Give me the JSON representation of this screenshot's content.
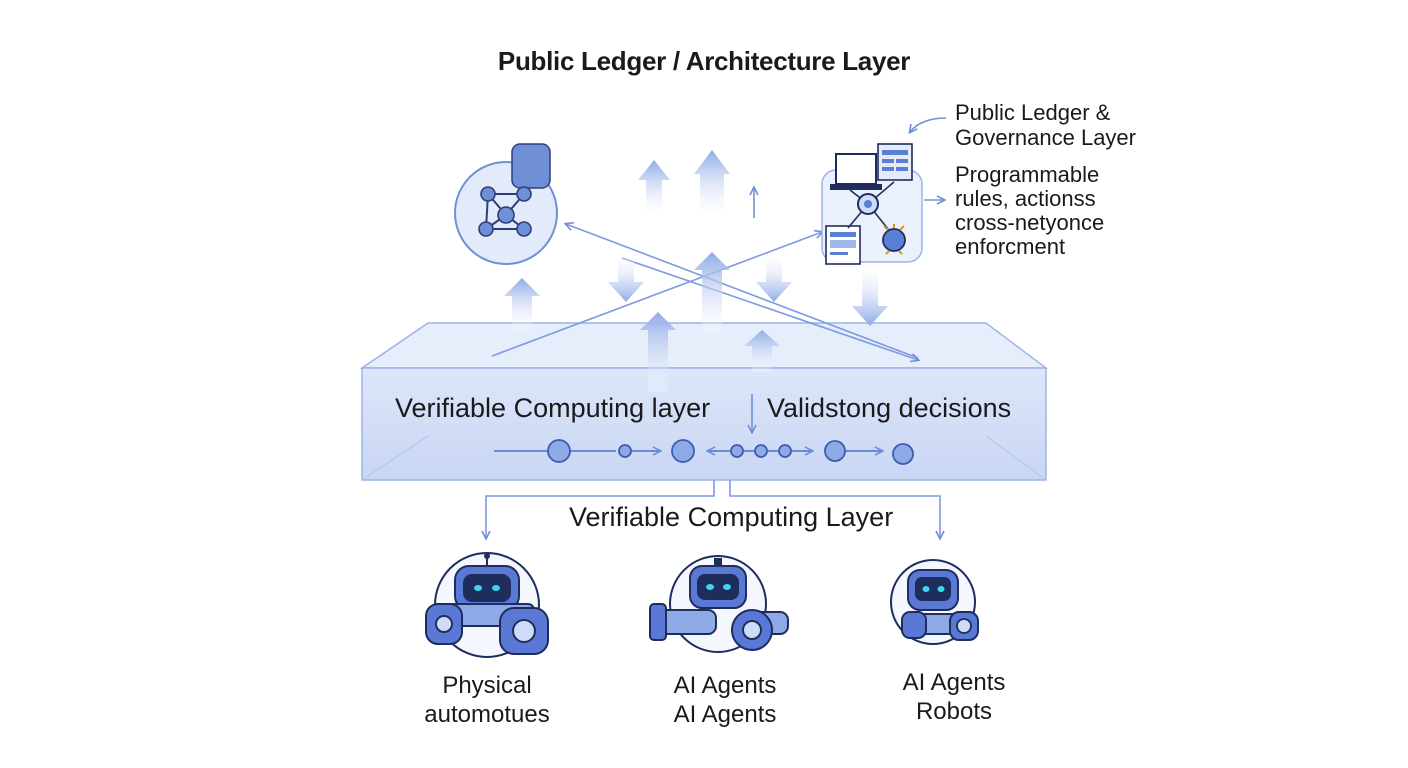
{
  "title": "Public Ledger / Architecture Layer",
  "governance": {
    "heading_line1": "Public Ledger &",
    "heading_line2": "Governance Layer",
    "desc_line1": "Programmable",
    "desc_line2": "rules, actionss",
    "desc_line3": "cross-netyonce",
    "desc_line4": "enforcment"
  },
  "computing_box": {
    "left_label": "Verifiable Computing layer",
    "right_label": "Validstong decisions"
  },
  "bottom_label": "Verifiable Computing Layer",
  "agents": [
    {
      "line1": "Physical",
      "line2": "automotues"
    },
    {
      "line1": "AI Agents",
      "line2": "AI Agents"
    },
    {
      "line1": "AI Agents",
      "line2": "Robots"
    }
  ],
  "colors": {
    "accent": "#5b7fd6",
    "line": "#6f8fd6",
    "box_fill": "#d9e3f8",
    "box_top": "#e8eefb",
    "arrow_fill": "#9fb6e8",
    "robot_body": "#5a78d6",
    "robot_dark": "#1f2d5c",
    "eye": "#3ad7f0"
  }
}
